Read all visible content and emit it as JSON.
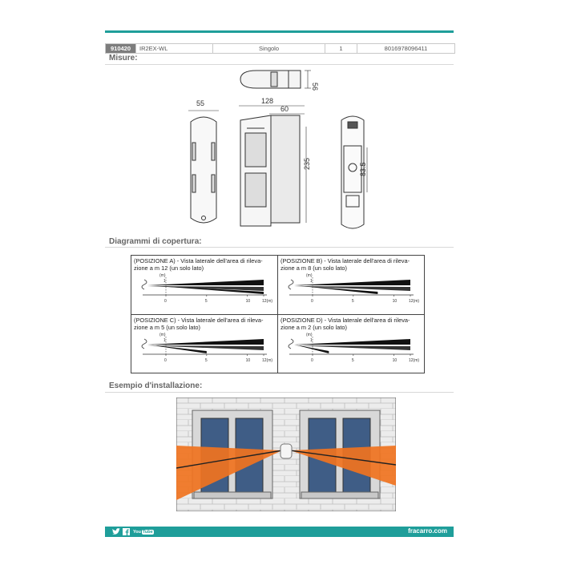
{
  "product": {
    "code": "910420",
    "model": "IR2EX-WL",
    "type": "Singolo",
    "qty": "1",
    "ean": "8016978096411"
  },
  "sections": {
    "measures": "Misure:",
    "coverage": "Diagrammi di copertura:",
    "installation": "Esempio d'installazione:"
  },
  "dimensions": {
    "top_depth": "56",
    "side_width": "55",
    "overall_depth": "128",
    "inner_depth": "60",
    "height": "235",
    "hole_spacing": "83.5"
  },
  "coverage": {
    "unit_label": "(m)",
    "height_tick": "1",
    "x_ticks": [
      "0",
      "5",
      "10",
      "12(m)"
    ],
    "panels": [
      {
        "line1": "(POSIZIONE A)  -  Vista laterale dell'area di rileva-",
        "line2": "zione a m 12 (un solo lato)",
        "range_m": 12
      },
      {
        "line1": "(POSIZIONE B)  -  Vista laterale dell'area di rileva-",
        "line2": "zione a m 8 (un solo lato)",
        "range_m": 8
      },
      {
        "line1": "(POSIZIONE C)  -  Vista laterale dell'area di rileva-",
        "line2": "zione a m 5 (un solo lato)",
        "range_m": 5
      },
      {
        "line1": "(POSIZIONE D)  -  Vista laterale dell'area di rileva-",
        "line2": "zione a m 2 (un solo lato)",
        "range_m": 2
      }
    ]
  },
  "colors": {
    "accent": "#1f9e9a",
    "beam": "#f0731f",
    "wall": "#ececec",
    "window_glass": "#3f5d86"
  },
  "footer": {
    "icons": [
      "twitter-icon",
      "facebook-icon",
      "youtube-icon"
    ],
    "youtube_text": "YouTube",
    "website": "fracarro.com"
  }
}
